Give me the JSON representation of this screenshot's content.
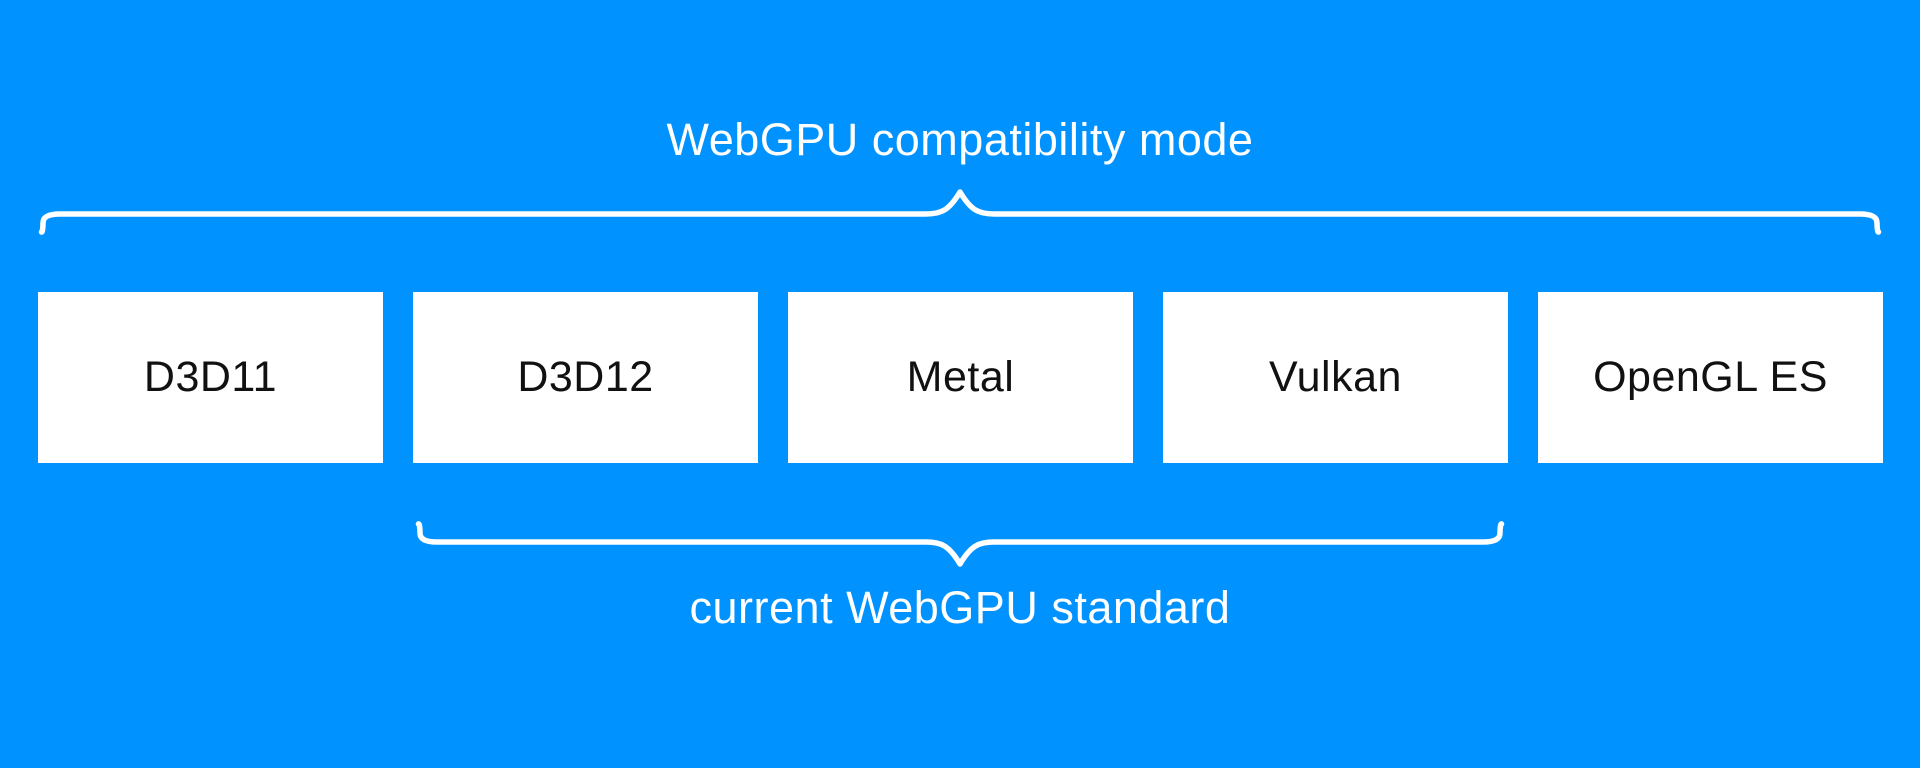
{
  "diagram": {
    "colors": {
      "background": "#0092ff",
      "box_fill": "#ffffff",
      "box_text": "#111111",
      "brace_stroke": "#ffffff",
      "caption_text": "#ffffff"
    },
    "top_caption": "WebGPU compatibility mode",
    "bottom_caption": "current WebGPU standard",
    "boxes": [
      {
        "label": "D3D11"
      },
      {
        "label": "D3D12"
      },
      {
        "label": "Metal"
      },
      {
        "label": "Vulkan"
      },
      {
        "label": "OpenGL ES"
      }
    ],
    "top_brace_spans": [
      "D3D11",
      "D3D12",
      "Metal",
      "Vulkan",
      "OpenGL ES"
    ],
    "bottom_brace_spans": [
      "D3D12",
      "Metal",
      "Vulkan"
    ]
  }
}
